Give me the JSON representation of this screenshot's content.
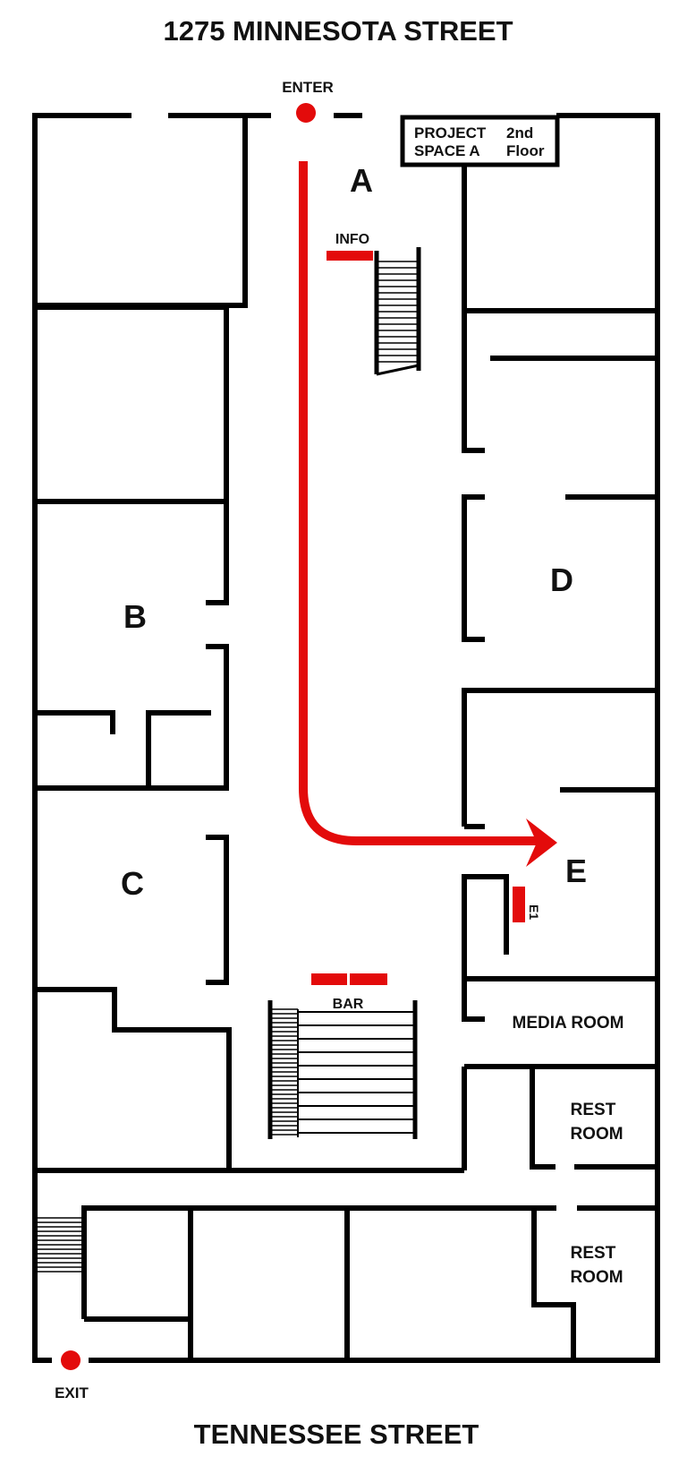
{
  "streets": {
    "top": "1275 MINNESOTA STREET",
    "bottom": "TENNESSEE STREET"
  },
  "markers": {
    "enter": "ENTER",
    "exit": "EXIT",
    "info": "INFO",
    "bar": "BAR",
    "e1": "E1"
  },
  "rooms": {
    "a": "A",
    "b": "B",
    "c": "C",
    "d": "D",
    "e": "E",
    "project_line1": "PROJECT",
    "project_line2": "SPACE A",
    "floor_line1": "2nd",
    "floor_line2": "Floor",
    "media_room": "MEDIA ROOM",
    "rest_room_1_line1": "REST",
    "rest_room_1_line2": "ROOM",
    "rest_room_2_line1": "REST",
    "rest_room_2_line2": "ROOM"
  },
  "colors": {
    "accent": "#e30b0b",
    "wall": "#000000",
    "background": "#ffffff"
  }
}
